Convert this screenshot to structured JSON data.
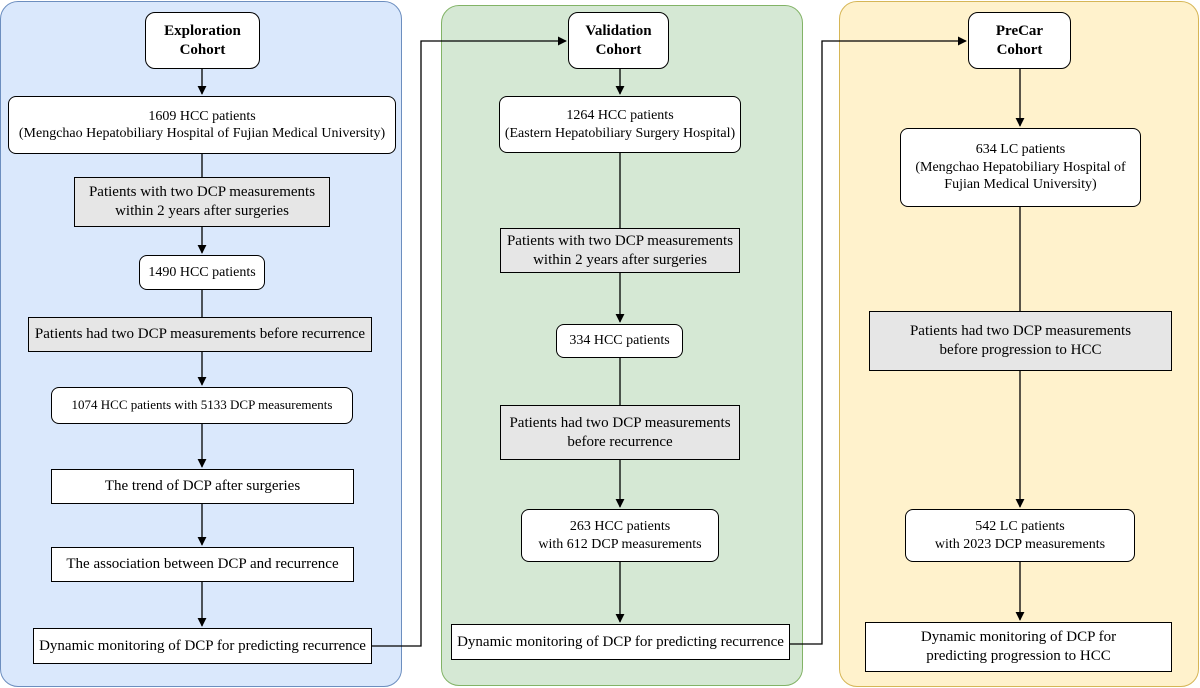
{
  "cohorts": [
    {
      "title": "Exploration Cohort",
      "title_lines": [
        "Exploration",
        "Cohort"
      ],
      "step1": [
        "1609 HCC patients",
        "(Mengchao Hepatobiliary Hospital of Fujian Medical University)"
      ],
      "filter1": [
        "Patients with two DCP measurements",
        "within 2 years after surgeries"
      ],
      "step2": [
        "1490 HCC patients"
      ],
      "filter2": [
        "Patients had two DCP measurements before recurrence"
      ],
      "step3": [
        "1074 HCC patients with 5133 DCP measurements"
      ],
      "step4": [
        "The trend of DCP after surgeries"
      ],
      "step5": [
        "The association between DCP and recurrence"
      ],
      "final": [
        "Dynamic monitoring of DCP for predicting recurrence"
      ]
    },
    {
      "title": "Validation Cohort",
      "title_lines": [
        "Validation",
        "Cohort"
      ],
      "step1": [
        "1264 HCC patients",
        "(Eastern Hepatobiliary Surgery Hospital)"
      ],
      "filter1": [
        "Patients with two DCP measurements",
        "within 2 years after surgeries"
      ],
      "step2": [
        "334 HCC patients"
      ],
      "filter2": [
        "Patients had two DCP measurements",
        "before recurrence"
      ],
      "step3": [
        "263 HCC patients",
        "with 612 DCP measurements"
      ],
      "final": [
        "Dynamic monitoring of DCP for predicting recurrence"
      ]
    },
    {
      "title": "PreCar Cohort",
      "title_lines": [
        "PreCar",
        "Cohort"
      ],
      "step1": [
        "634 LC patients",
        "(Mengchao Hepatobiliary Hospital of",
        "Fujian Medical University)"
      ],
      "filter1": [
        "Patients had two DCP measurements",
        "before progression to HCC"
      ],
      "step2": [
        "542 LC patients",
        "with 2023 DCP measurements"
      ],
      "final": [
        "Dynamic monitoring of DCP for",
        "predicting progression to HCC"
      ]
    }
  ],
  "colors": {
    "exploration_fill": "#dae8fc",
    "exploration_border": "#6c8ebf",
    "validation_fill": "#d5e8d4",
    "validation_border": "#82b366",
    "precar_fill": "#fff2cc",
    "precar_border": "#d6b656",
    "filter_fill": "#e6e6e6"
  }
}
